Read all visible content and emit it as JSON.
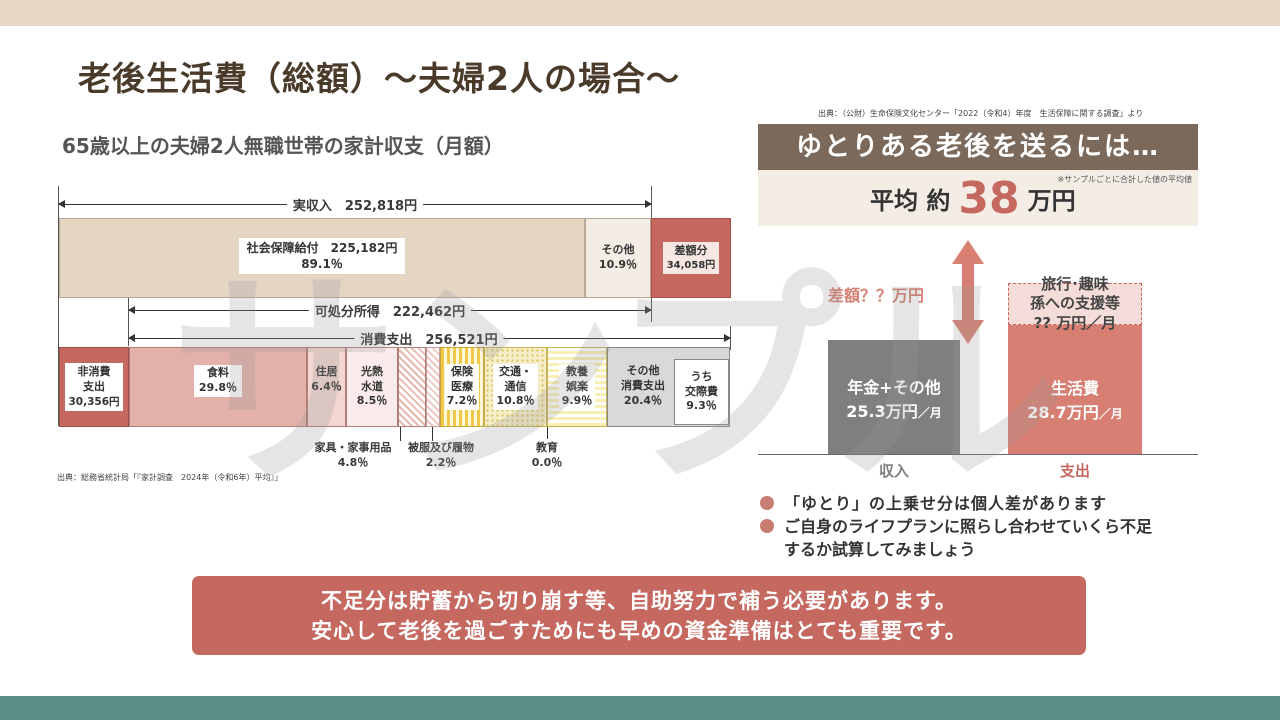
{
  "page": {
    "title": "老後生活費（総額）〜夫婦2人の場合〜",
    "subtitle": "65歳以上の夫婦2人無職世帯の家計収支（月額）",
    "source_left": "出典：総務省統計局「『家計調査　2024年（令和6年）平均』」",
    "source_right": "出典：（公財）生命保険文化センター「2022（令和4）年度　生活保障に関する調査」より",
    "watermark": "サンプル"
  },
  "colors": {
    "accent": "#c5685f",
    "brown": "#7b6a5b",
    "beige": "#e5d6c4",
    "grey_bar": "#7f7f7f",
    "teal": "#5a8d85"
  },
  "chart_data": [
    {
      "type": "bar",
      "title": "65歳以上の夫婦2人無職世帯の家計収支（月額）",
      "annotations": {
        "actual_income": "実収入　252,818円",
        "disposable_income": "可処分所得　222,462円",
        "consumption": "消費支出　256,521円"
      },
      "income_row": [
        {
          "label": "社会保障給付　225,182円",
          "pct": "89.1％",
          "value": 225182
        },
        {
          "label": "その他",
          "pct": "10.9％",
          "value": 27636
        },
        {
          "label": "差額分",
          "sub": "34,058円",
          "value": 34058
        }
      ],
      "expense_row": [
        {
          "label": "非消費支出",
          "lines": [
            "非消費",
            "支出",
            "30,356円"
          ],
          "value": 30356
        },
        {
          "label": "食料",
          "pct": "29.8％",
          "percent": 29.8
        },
        {
          "label": "住居",
          "pct": "6.4％",
          "percent": 6.4
        },
        {
          "label": "光熱水道",
          "lines": [
            "光熱",
            "水道"
          ],
          "pct": "8.5％",
          "percent": 8.5
        },
        {
          "label": "家具・家事用品",
          "pct": "4.8％",
          "percent": 4.8
        },
        {
          "label": "被服及び履物",
          "pct": "2.2％",
          "percent": 2.2
        },
        {
          "label": "保険医療",
          "lines": [
            "保険",
            "医療"
          ],
          "pct": "7.2％",
          "percent": 7.2
        },
        {
          "label": "交通・通信",
          "lines": [
            "交通・",
            "通信"
          ],
          "pct": "10.8％",
          "percent": 10.8
        },
        {
          "label": "教育",
          "pct": "0.0％",
          "percent": 0.0
        },
        {
          "label": "教養娯楽",
          "lines": [
            "教養",
            "娯楽"
          ],
          "pct": "9.9％",
          "percent": 9.9
        },
        {
          "label": "その他消費支出",
          "lines": [
            "その他",
            "消費支出"
          ],
          "pct": "20.4％",
          "percent": 20.4
        },
        {
          "label": "うち交際費",
          "lines": [
            "うち",
            "交際費"
          ],
          "pct": "9.3％",
          "percent": 9.3
        }
      ]
    },
    {
      "type": "bar",
      "categories": [
        "収入",
        "支出"
      ],
      "series": [
        {
          "name": "年金+その他",
          "values": [
            25.3,
            null
          ]
        },
        {
          "name": "生活費",
          "values": [
            null,
            28.7
          ]
        },
        {
          "name": "旅行・趣味 孫への支援等",
          "values": [
            null,
            9.3
          ]
        }
      ],
      "total_label": "平均 約 38 万円",
      "difference_label": "差額？？万円"
    }
  ],
  "yutori": {
    "header": "ゆとりある老後を送るには…",
    "avg_prefix": "平均 約",
    "avg_value": "38",
    "avg_suffix": "万円",
    "avg_note": "※サンプルごとに合計した値の平均値",
    "diff_label": "差額？？万円",
    "income_bar": {
      "label1": "年金+その他",
      "label2": "25.3万円",
      "unit": "／月"
    },
    "expense_bar": {
      "label1": "生活費",
      "label2": "28.7万円",
      "unit": "／月"
    },
    "extra_box": {
      "line1": "旅行･趣味",
      "line2": "孫への支援等",
      "line3": "?? 万円／月"
    },
    "axis_income": "収入",
    "axis_expense": "支出"
  },
  "bullets": [
    "「ゆとり」の上乗せ分は個人差があります",
    "ご自身のライフプランに照らし合わせていくら不足",
    "するか試算してみましょう"
  ],
  "banner": {
    "line1": "不足分は貯蓄から切り崩す等、自助努力で補う必要があります。",
    "line2": "安心して老後を過ごすためにも早めの資金準備はとても重要です。"
  }
}
